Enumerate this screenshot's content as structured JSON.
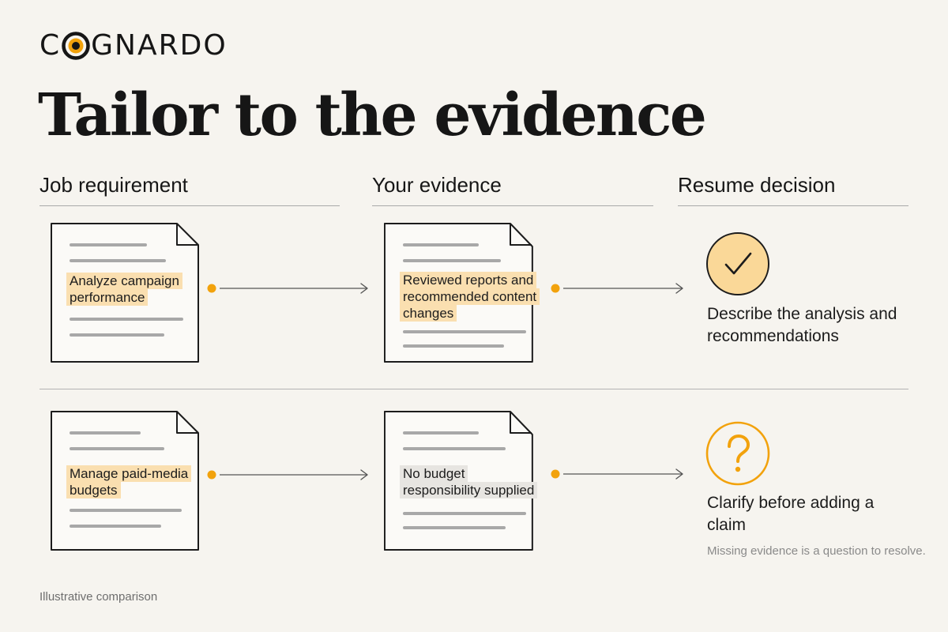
{
  "brand": {
    "name_prefix": "C",
    "name_suffix": "GNARDO",
    "logo_icon": "o-target-icon"
  },
  "title": "Tailor to the evidence",
  "columns": {
    "requirement": "Job requirement",
    "evidence": "Your evidence",
    "decision": "Resume decision"
  },
  "rows": [
    {
      "requirement": "Analyze campaign performance",
      "evidence": "Reviewed reports and recommended content changes",
      "evidence_status": "found",
      "decision_icon": "checkmark-icon",
      "decision": "Describe the analysis and recommendations"
    },
    {
      "requirement": "Manage paid-media budgets",
      "evidence": "No budget responsibility supplied",
      "evidence_status": "missing",
      "decision_icon": "question-mark-icon",
      "decision": "Clarify before adding a claim",
      "note": "Missing evidence is a question to resolve."
    }
  ],
  "footer": "Illustrative comparison",
  "colors": {
    "accent": "#f2a20c",
    "highlight": "#fadfb0",
    "check_fill": "#fad898",
    "neutral_highlight": "#e7e5e1",
    "background": "#f6f4ef"
  }
}
